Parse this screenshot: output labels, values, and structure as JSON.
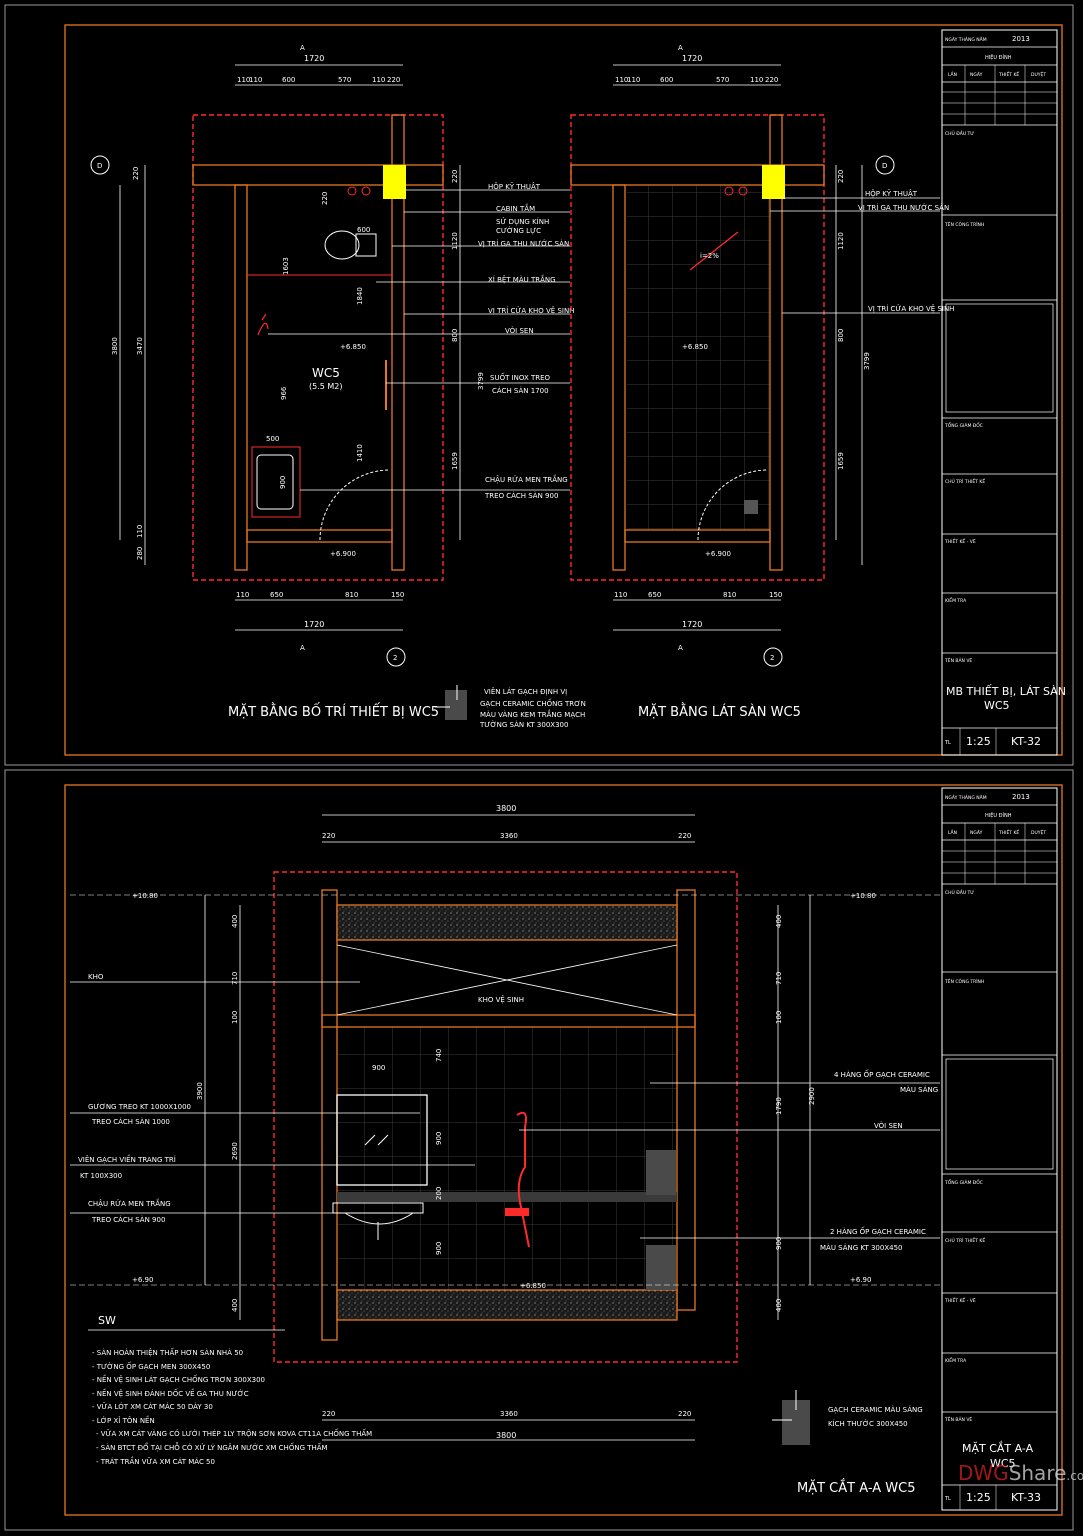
{
  "sheet1": {
    "plan_left_title": "MẶT BẰNG BỐ TRÍ THIẾT BỊ WC5",
    "plan_right_title": "MẶT BẰNG LÁT SÀN WC5",
    "room_name": "WC5",
    "room_area": "(5.5 M2)",
    "level_a": "+6.850",
    "level_b": "+6.900",
    "grid_a": "A",
    "grid_d": "D",
    "grid_2": "2",
    "top_total": "1720",
    "top_dims": [
      "110",
      "110",
      "600",
      "570",
      "110",
      "220"
    ],
    "bottom_dims": [
      "110",
      "650",
      "810",
      "150"
    ],
    "bottom_total": "1720",
    "left_dims": [
      "220",
      "3800",
      "3470",
      "280",
      "110"
    ],
    "inner_dims": [
      "220",
      "600",
      "1603",
      "1840",
      "966",
      "500",
      "1410",
      "900"
    ],
    "right_dims": [
      "220",
      "1120",
      "800",
      "3799",
      "1659"
    ],
    "labels_mid": [
      "HỘP KỸ THUẬT",
      "CABIN TẮM",
      "SỬ DỤNG KÍNH",
      "CƯỜNG LỰC",
      "VỊ TRÍ GA THU NƯỚC SÀN",
      "XÍ BỆT MÀU TRẮNG",
      "VỊ TRÍ CỬA KHO VỆ SINH",
      "VÒI SEN",
      "SUỐT INOX TREO",
      "CÁCH SÀN 1700",
      "CHẬU RỬA MEN TRẮNG",
      "TREO CÁCH SÀN 900"
    ],
    "labels_right": [
      "HỘP KỸ THUẬT",
      "VỊ TRÍ GA THU NƯỚC SÀN",
      "VỊ TRÍ CỬA KHO VỆ SINH"
    ],
    "legend": [
      "VIÊN LÁT GẠCH ĐỊNH VỊ",
      "GẠCH CERAMIC CHỐNG TRƠN",
      "MÀU VÀNG KEM TRẮNG MẠCH",
      "TƯỜNG SÀN KT 300X300"
    ],
    "slope_mark": "i=2%",
    "title_block": {
      "year_label": "NGÀY THÁNG NĂM",
      "year": "2013",
      "revision": "HIỆU ĐÍNH",
      "cols": [
        "LẦN",
        "NGÀY",
        "THIẾT KẾ",
        "DUYỆT"
      ],
      "owner": "CHỦ ĐẦU TƯ",
      "project": "TÊN CÔNG TRÌNH",
      "director": "TỔNG GIÁM ĐỐC",
      "lead": "CHỦ TRÌ THIẾT KẾ",
      "designer": "THIẾT KẾ - VẼ",
      "checker": "KIỂM TRA",
      "drawing_name_label": "TÊN BẢN VẼ",
      "drawing_name": [
        "MB THIẾT BỊ, LÁT SÀN",
        "WC5"
      ],
      "scale_label": "TL",
      "scale": "1:25",
      "sheet_no": "KT-32"
    }
  },
  "sheet2": {
    "title": "MẶT CẮT A-A WC5",
    "top_total": "3800",
    "top_dims": [
      "220",
      "3360",
      "220"
    ],
    "bottom_dims": [
      "220",
      "3360",
      "220"
    ],
    "bottom_total": "3800",
    "level_top": "+10.80",
    "level_bottom": "+6.90",
    "level_floor": "+6.850",
    "storage_label": "KHO VỆ SINH",
    "left_dims": [
      "3900",
      "2690",
      "400",
      "710",
      "100",
      "400"
    ],
    "inner_dims": [
      "900",
      "740",
      "900",
      "200",
      "900"
    ],
    "right_dims": [
      "2900",
      "400",
      "710",
      "100",
      "1790",
      "900",
      "400"
    ],
    "labels_left": [
      "KHO",
      "GƯƠNG TREO KT 1000X1000",
      "TREO CÁCH SÀN 1000",
      "VIÊN GẠCH VIỀN TRANG TRÍ",
      "KT 100X300",
      "CHẬU RỬA MEN TRẮNG",
      "TREO CÁCH SÀN 900"
    ],
    "labels_right": [
      "4 HÀNG ỐP GẠCH CERAMIC",
      "MÀU SÁNG",
      "VÒI SEN",
      "2 HÀNG ỐP GẠCH CERAMIC",
      "MÀU SÁNG KT 300X450"
    ],
    "sw": "SW",
    "notes": [
      "- SÀN HOÀN THIỆN THẤP HƠN SÀN NHÀ 50",
      "- TƯỜNG ỐP GẠCH MEN 300X450",
      "- NỀN VỆ SINH LÁT GẠCH CHỐNG TRƠN 300X300",
      "- NỀN VỆ SINH ĐÁNH DỐC VỀ GA THU NƯỚC",
      "- VỮA LÓT XM CÁT MÁC 50 DÀY 30",
      "- LỚP XỈ TÔN NỀN",
      "- VỮA XM CÁT VÀNG CÓ LƯỚI THÉP 1LY TRỘN SƠN KOVA CT11A CHỐNG THẤM",
      "- SÀN BTCT ĐỔ TẠI CHỖ CÓ XỬ LÝ NGÂM NƯỚC XM CHỐNG THẤM",
      "- TRÁT TRẦN VỮA XM CÁT MÁC 50"
    ],
    "legend": [
      "GẠCH CERAMIC MÀU SÁNG",
      "KÍCH THƯỚC 300X450"
    ],
    "title_block": {
      "year_label": "NGÀY THÁNG NĂM",
      "year": "2013",
      "revision": "HIỆU ĐÍNH",
      "cols": [
        "LẦN",
        "NGÀY",
        "THIẾT KẾ",
        "DUYỆT"
      ],
      "owner": "CHỦ ĐẦU TƯ",
      "project": "TÊN CÔNG TRÌNH",
      "director": "TỔNG GIÁM ĐỐC",
      "lead": "CHỦ TRÌ THIẾT KẾ",
      "designer": "THIẾT KẾ - VẼ",
      "checker": "KIỂM TRA",
      "drawing_name_label": "TÊN BẢN VẼ",
      "drawing_name": [
        "MẶT CẮT A-A",
        "WC5"
      ],
      "scale_label": "TL",
      "scale": "1:25",
      "sheet_no": "KT-33"
    }
  },
  "watermark": {
    "dwg": "DWG",
    "share": "Share",
    "com": ".com"
  },
  "colors": {
    "frame": "#e87722",
    "hatch_red": "#ff2a2a",
    "yellow": "#ffff00",
    "line": "#ffffff"
  }
}
